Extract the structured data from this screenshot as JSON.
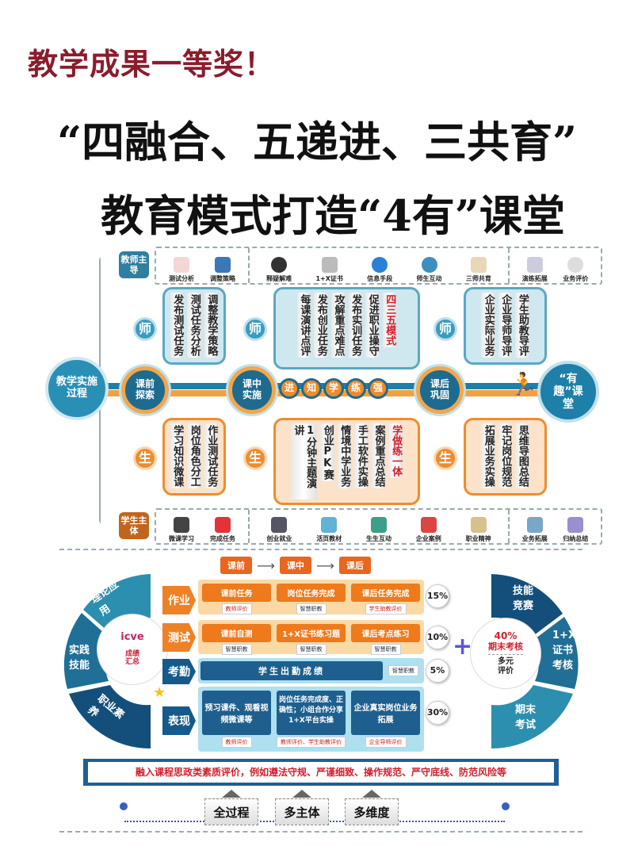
{
  "title": {
    "line1": "教学成果一等奖！",
    "line2": "“四融合、五递进、三共育”",
    "line3": "教育模式打造“4有”课堂"
  },
  "flow": {
    "start": "教学实施过程",
    "end": "“有趣”课堂",
    "teacher_badge": "师",
    "student_badge": "生",
    "top_bar": {
      "label": "教师主导",
      "groups": [
        [
          "测试分析",
          "调整策略"
        ],
        [
          "释疑解难",
          "1+X证书",
          "信息手段",
          "师生互动",
          "三师共育"
        ],
        [
          "演练拓展",
          "业务评价"
        ]
      ]
    },
    "bottom_bar": {
      "label": "学生主体",
      "groups": [
        [
          "微课学习",
          "完成任务"
        ],
        [
          "创业就业",
          "活页教材",
          "生生互动",
          "企业案例",
          "职业精神"
        ],
        [
          "业务拓展",
          "归纳总结"
        ]
      ]
    },
    "stages": [
      {
        "name": "课前探索",
        "teacher": [
          "发布测试任务",
          "测试任务分析",
          "调整教学策略"
        ],
        "student": [
          "学习知识微课",
          "岗位角色分工",
          "作业测试任务"
        ]
      },
      {
        "name": "课中实施",
        "teacher": [
          "每课演讲点评",
          "发布创业任务",
          "攻解重点难点",
          "发布实训任务",
          "促进职业操守"
        ],
        "teacher_highlight": "四三五模式",
        "student": [
          "1分钟主题演讲",
          "创业PK赛",
          "情境中学业务",
          "手工软件实操",
          "案例重点总结"
        ],
        "student_highlight": "学做练一体"
      },
      {
        "name": "课后巩固",
        "teacher": [
          "企业实际业务",
          "企业导师导评",
          "学生助教导评"
        ],
        "student": [
          "拓展业务实操",
          "牢记岗位规范",
          "思维导图总结"
        ]
      }
    ],
    "steps": [
      "进",
      "知",
      "学",
      "练",
      "强"
    ]
  },
  "eval": {
    "phases": [
      "课前",
      "课中",
      "课后"
    ],
    "left_arc": [
      "理论应用",
      "实践技能",
      "职业素养"
    ],
    "logo": "icve",
    "summary": "成绩汇总",
    "rows": [
      {
        "label": "作业",
        "percent": "15%",
        "cells": [
          {
            "text": "课前任务",
            "tag": "教师评价"
          },
          {
            "text": "岗位任务完成",
            "tag": "智慧职教"
          },
          {
            "text": "课后任务完成",
            "tag": "学生助教评价"
          }
        ]
      },
      {
        "label": "测试",
        "percent": "10%",
        "cells": [
          {
            "text": "课前自测",
            "tag": "智慧职教"
          },
          {
            "text": "1+X证书练习题",
            "tag": "智慧职教"
          },
          {
            "text": "课后考点练习",
            "tag": "智慧职教"
          }
        ]
      },
      {
        "label": "考勤",
        "percent": "5%",
        "cells": [
          {
            "text": "学生出勤成绩",
            "tag": "智慧职教"
          }
        ]
      },
      {
        "label": "表现",
        "percent": "30%",
        "cells": [
          {
            "text": "预习课件、观看视频微课等",
            "tag": "教师评价"
          },
          {
            "text": "岗位任务完成度、正确性；小组合作分享1+X平台实操",
            "tag": "教师评价、学生助教评价"
          },
          {
            "text": "企业真实岗位业务拓展",
            "tag": "企业导师评价"
          }
        ]
      }
    ],
    "final": {
      "percent": "40%",
      "label": "期末考核",
      "multi": "多元评价"
    },
    "right_arc": [
      "技能竞赛",
      "1+X证书考核",
      "期末考试"
    ],
    "banner": "融入课程思政类素质评价，例如遵法守规、严谨细致、操作规范、严守底线、防范风险等",
    "bottom": [
      "全过程",
      "多主体",
      "多维度"
    ]
  },
  "colors": {
    "title_red": "#8a1c2c",
    "teacher_blue": "#3a9cbf",
    "student_orange": "#ef8c2e",
    "dark_blue": "#1e6b8f"
  }
}
